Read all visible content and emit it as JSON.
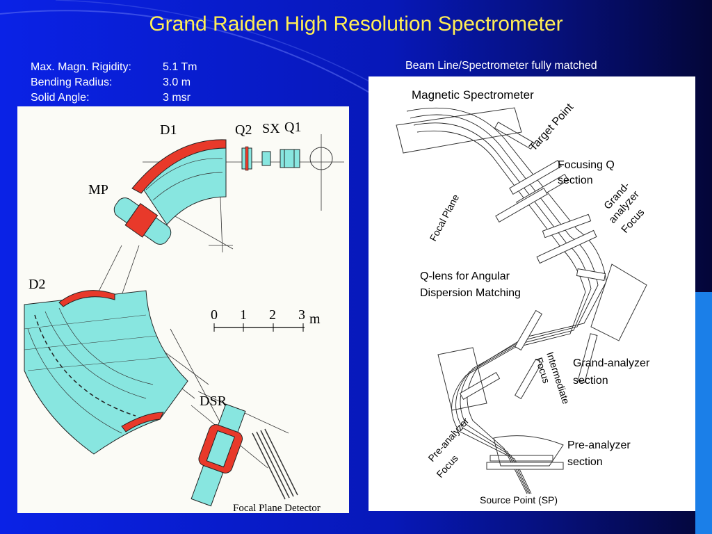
{
  "title": "Grand Raiden High Resolution Spectrometer",
  "specs": [
    {
      "label": "Max. Magn. Rigidity:",
      "value": "5.1 Tm"
    },
    {
      "label": "Bending Radius:",
      "value": "3.0  m"
    },
    {
      "label": "Solid Angle:",
      "value": "3     msr"
    }
  ],
  "beamline_caption": "Beam Line/Spectrometer fully matched",
  "left_diagram": {
    "labels": {
      "d1": "D1",
      "q2": "Q2",
      "sx": "SX",
      "q1": "Q1",
      "mp": "MP",
      "d2": "D2",
      "dsr": "DSR",
      "detector": "Focal Plane Detector"
    },
    "scale": {
      "ticks": [
        "0",
        "1",
        "2",
        "3"
      ],
      "unit": "m"
    },
    "colors": {
      "magnet": "#88e6e0",
      "coil": "#e8392a"
    }
  },
  "right_diagram": {
    "labels": {
      "heading": "Magnetic  Spectrometer",
      "target": "Target Point",
      "focusing_1": "Focusing Q",
      "focusing_2": "section",
      "ga_focus_1": "Grand-",
      "ga_focus_2": "analyzer",
      "ga_focus_3": "Focus",
      "focal_plane": "Focal Plane",
      "qlens_1": "Q-lens for  Angular",
      "qlens_2": "Dispersion  Matching",
      "intermediate_1": "Intermediate",
      "intermediate_2": "Focus",
      "ga_section_1": "Grand-analyzer",
      "ga_section_2": "section",
      "pa_focus_1": "Pre-analyzer",
      "pa_focus_2": "Focus",
      "pa_section_1": "Pre-analyzer",
      "pa_section_2": "section",
      "source": "Source Point (SP)"
    }
  }
}
